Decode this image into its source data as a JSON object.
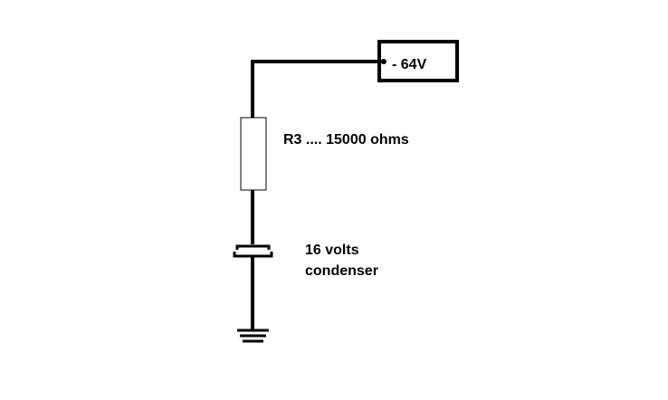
{
  "supply": {
    "label": "- 64V"
  },
  "resistor": {
    "label": "R3 .... 15000 ohms"
  },
  "capacitor": {
    "label_line1": "16 volts",
    "label_line2": "condenser"
  },
  "colors": {
    "wire": "#000000",
    "background": "#ffffff",
    "resistor_fill": "#ffffff"
  }
}
